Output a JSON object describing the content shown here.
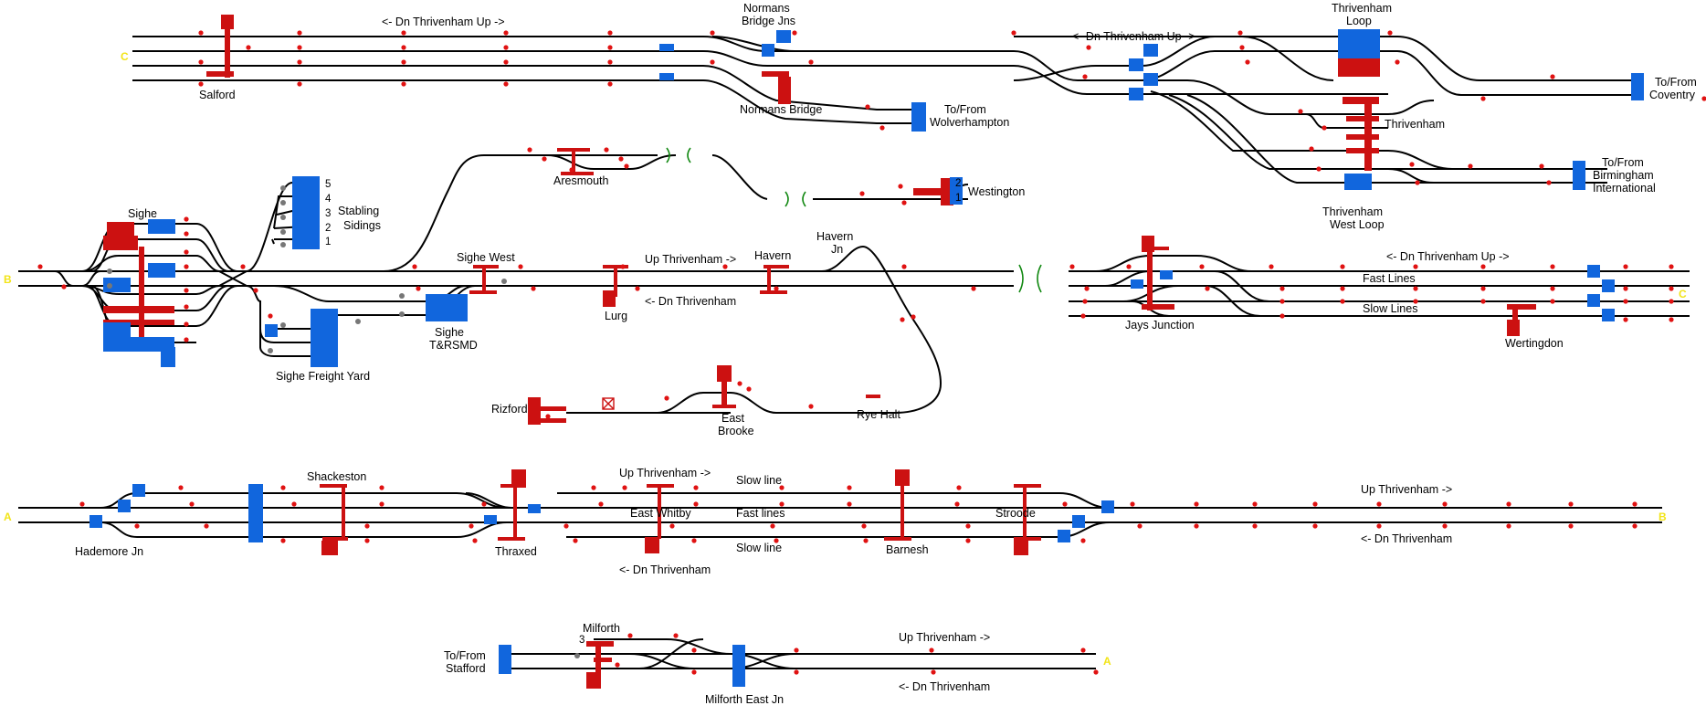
{
  "labels": {
    "salford": "Salford",
    "dn_up_top": "<- Dn Thrivenham Up ->",
    "normans_jns_1": "Normans",
    "normans_jns_2": "Bridge Jns",
    "normans_bridge": "Normans Bridge",
    "wolv_1": "To/From",
    "wolv_2": "Wolverhampton",
    "dn_up_top2": "<- Dn Thrivenham Up ->",
    "thriv_loop_1": "Thrivenham",
    "thriv_loop_2": "Loop",
    "thrivenham": "Thrivenham",
    "cov_1": "To/From",
    "cov_2": "Coventry",
    "bham_1": "To/From",
    "bham_2": "Birmingham",
    "bham_3": "International",
    "thriv_west_1": "Thrivenham",
    "thriv_west_2": "West Loop",
    "aresmouth": "Aresmouth",
    "westington": "Westington",
    "sighe": "Sighe",
    "stabling_1": "Stabling",
    "stabling_2": "Sidings",
    "sighe_west": "Sighe West",
    "up_thriv_mid": "Up Thrivenham ->",
    "havern": "Havern",
    "havern_jn_1": "Havern",
    "havern_jn_2": "Jn",
    "dn_thriv_mid": "<- Dn Thrivenham",
    "lurg": "Lurg",
    "sighe_tr_1": "Sighe",
    "sighe_tr_2": "T&RSMD",
    "sighe_freight": "Sighe Freight Yard",
    "rizford": "Rizford",
    "east_brooke_1": "East",
    "east_brooke_2": "Brooke",
    "rye_halt": "Rye Halt",
    "dn_up_right": "<- Dn Thrivenham Up ->",
    "fast_lines_r": "Fast Lines",
    "slow_lines_r": "Slow Lines",
    "jays_junction": "Jays Junction",
    "wertingdon": "Wertingdon",
    "shackeston": "Shackeston",
    "hademore": "Hademore Jn",
    "thraxed": "Thraxed",
    "up_thriv_a": "Up Thrivenham ->",
    "slow_line_1": "Slow line",
    "east_whitby": "East Whitby",
    "fast_lines_a": "Fast lines",
    "slow_line_2": "Slow line",
    "dn_thriv_a": "<- Dn Thrivenham",
    "barnesh": "Barnesh",
    "stroode": "Stroode",
    "up_thriv_a2": "Up Thrivenham ->",
    "dn_thriv_a2": "<- Dn Thrivenham",
    "milforth": "Milforth",
    "staf_1": "To/From",
    "staf_2": "Stafford",
    "milforth_east": "Milforth East Jn",
    "up_thriv_b": "Up Thrivenham ->",
    "dn_thriv_b": "<- Dn Thrivenham"
  },
  "siding_numbers": [
    "5",
    "4",
    "3",
    "2",
    "1"
  ],
  "westington_numbers": [
    "2",
    "1"
  ],
  "milforth_number": "3",
  "connectors": {
    "c_top": "C",
    "b_left": "B",
    "c_right": "C",
    "a_left": "A",
    "b_right": "B",
    "a_bottom": "A"
  },
  "colors": {
    "track": "#000000",
    "signal": "#e01212",
    "platform": "#cc1111",
    "block": "#1166dd",
    "connector": "#f2e418",
    "buffer": "#118811"
  }
}
